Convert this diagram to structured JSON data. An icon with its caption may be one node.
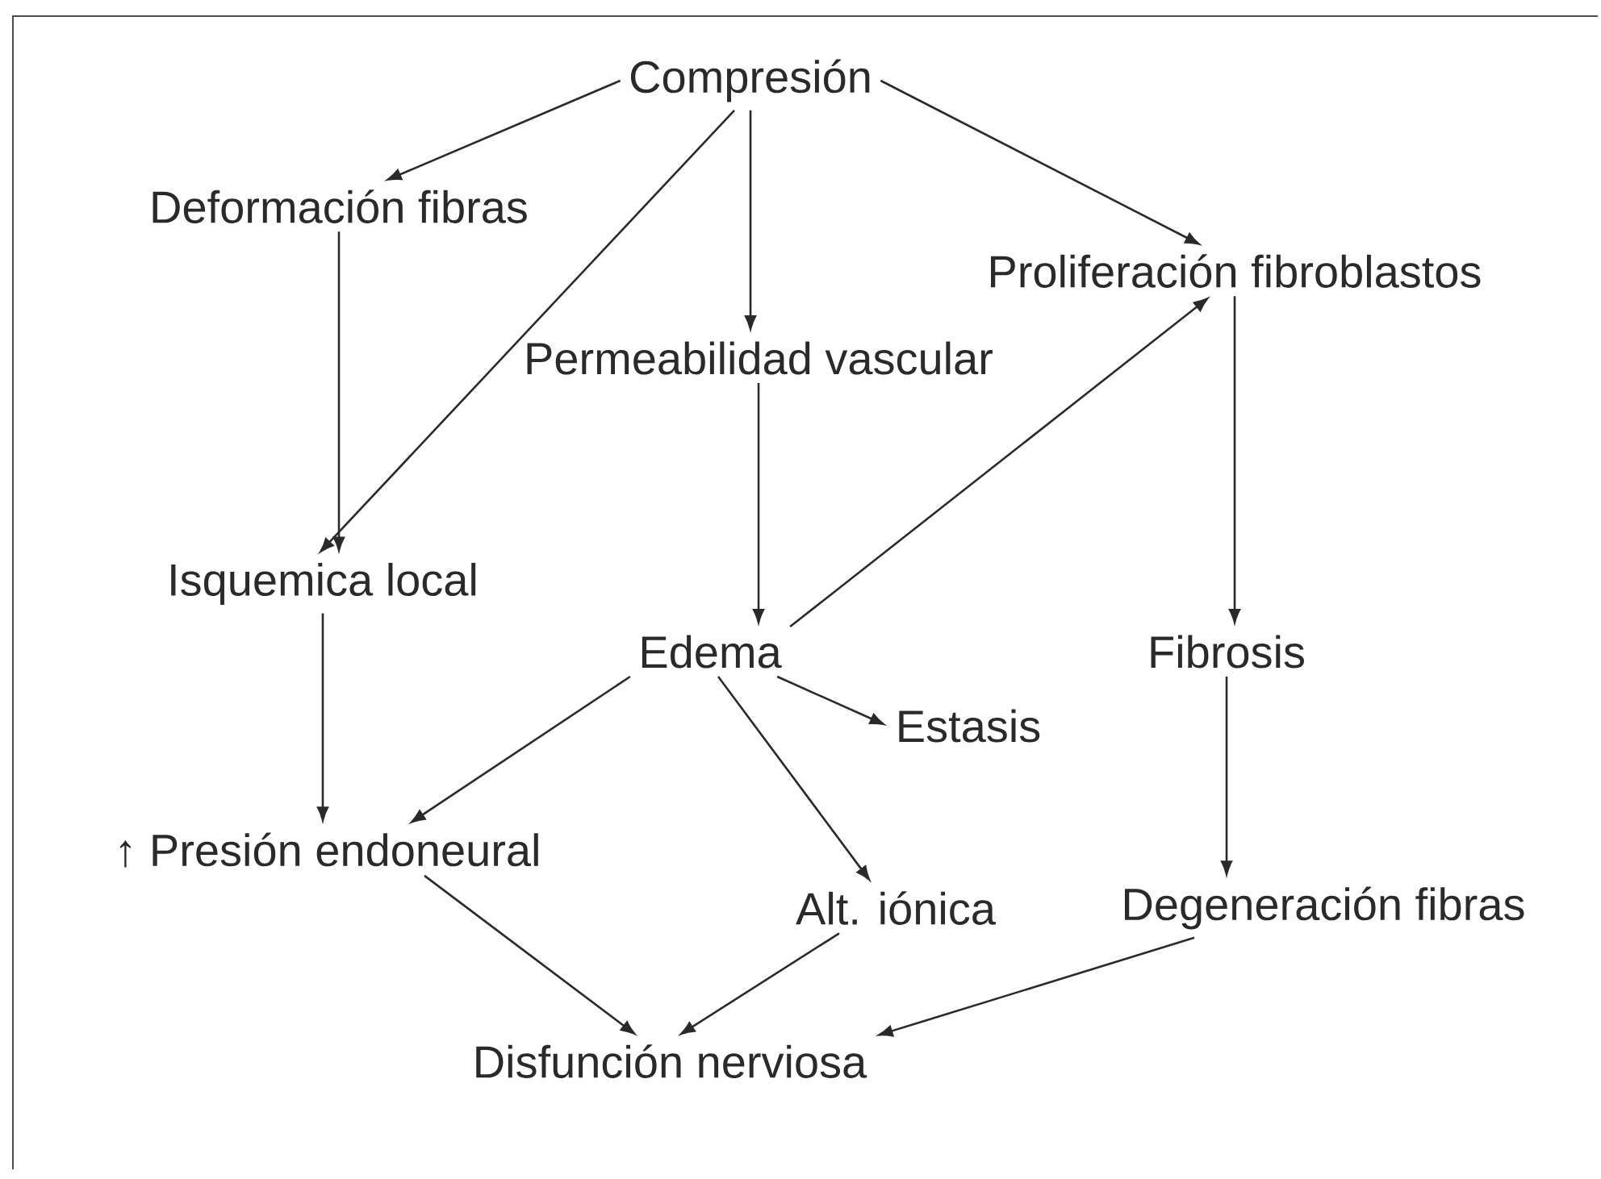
{
  "diagram": {
    "nodes": [
      {
        "text": [
          "Compresión"
        ]
      },
      {
        "text": [
          "Deformación fibras"
        ]
      },
      {
        "text": [
          "Proliferación fibroblastos"
        ]
      },
      {
        "text": [
          "Permeabilidad vascular"
        ]
      },
      {
        "text": [
          "Isquemica local"
        ]
      },
      {
        "text": [
          "Edema"
        ]
      },
      {
        "text": [
          "Fibrosis"
        ]
      },
      {
        "text": [
          "Estasis"
        ]
      },
      {
        "text": [
          "↑ Presión endoneural"
        ]
      },
      {
        "text": [
          "Alt. iónica"
        ]
      },
      {
        "text": [
          "Degeneración fibras"
        ]
      },
      {
        "text": [
          "Disfunción nerviosa"
        ]
      }
    ],
    "edges": [
      {
        "from": 0,
        "to": 1,
        "arrow": "to"
      },
      {
        "from": 0,
        "to": 4,
        "arrow": "to"
      },
      {
        "from": 0,
        "to": 3,
        "arrow": "to"
      },
      {
        "from": 0,
        "to": 2,
        "arrow": "to"
      },
      {
        "from": 1,
        "to": 4,
        "arrow": "to"
      },
      {
        "from": 3,
        "to": 5,
        "arrow": "to"
      },
      {
        "from": 5,
        "to": 2,
        "arrow": "to"
      },
      {
        "from": 2,
        "to": 6,
        "arrow": "to"
      },
      {
        "from": 4,
        "to": 8,
        "arrow": "to"
      },
      {
        "from": 5,
        "to": 8,
        "arrow": "to"
      },
      {
        "from": 5,
        "to": 7,
        "arrow": "to"
      },
      {
        "from": 5,
        "to": 9,
        "arrow": "to"
      },
      {
        "from": 6,
        "to": 10,
        "arrow": "to"
      },
      {
        "from": 8,
        "to": 11,
        "arrow": "to"
      },
      {
        "from": 9,
        "to": 11,
        "arrow": "to"
      },
      {
        "from": 10,
        "to": 11,
        "arrow": "to"
      }
    ]
  }
}
